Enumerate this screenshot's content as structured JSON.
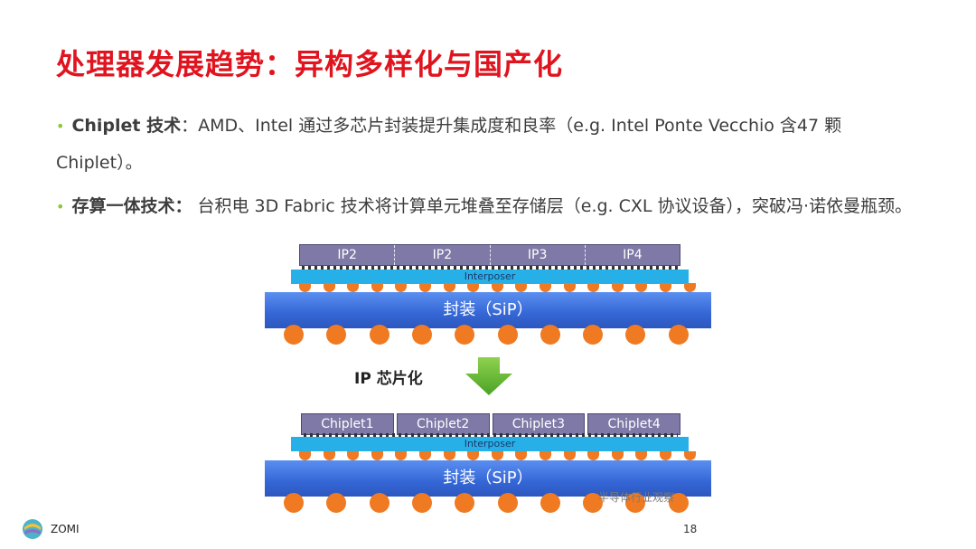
{
  "title": "处理器发展趋势：异构多样化与国产化",
  "bullets": [
    {
      "strong": "Chiplet 技术",
      "text": "：AMD、Intel 通过多芯片封装提升集成度和良率（e.g. Intel Ponte Vecchio 含47 颗 Chiplet）。"
    },
    {
      "strong": "存算一体技术：",
      "text": " 台积电 3D Fabric 技术将计算单元堆叠至存储层（e.g. CXL 协议设备），突破冯·诺依曼瓶颈。"
    }
  ],
  "diagram": {
    "top": {
      "chips": [
        "IP2",
        "IP2",
        "IP3",
        "IP4"
      ],
      "interposer": "Interposer",
      "package": "封装（SiP）"
    },
    "arrow_label": "IP 芯片化",
    "bottom": {
      "chips": [
        "Chiplet1",
        "Chiplet2",
        "Chiplet3",
        "Chiplet4"
      ],
      "interposer": "Interposer",
      "package": "封装（SiP）"
    },
    "arrow_color": "#5fb530"
  },
  "watermark": "半导体行业观察",
  "footer": {
    "name": "ZOMI",
    "page": "18"
  }
}
